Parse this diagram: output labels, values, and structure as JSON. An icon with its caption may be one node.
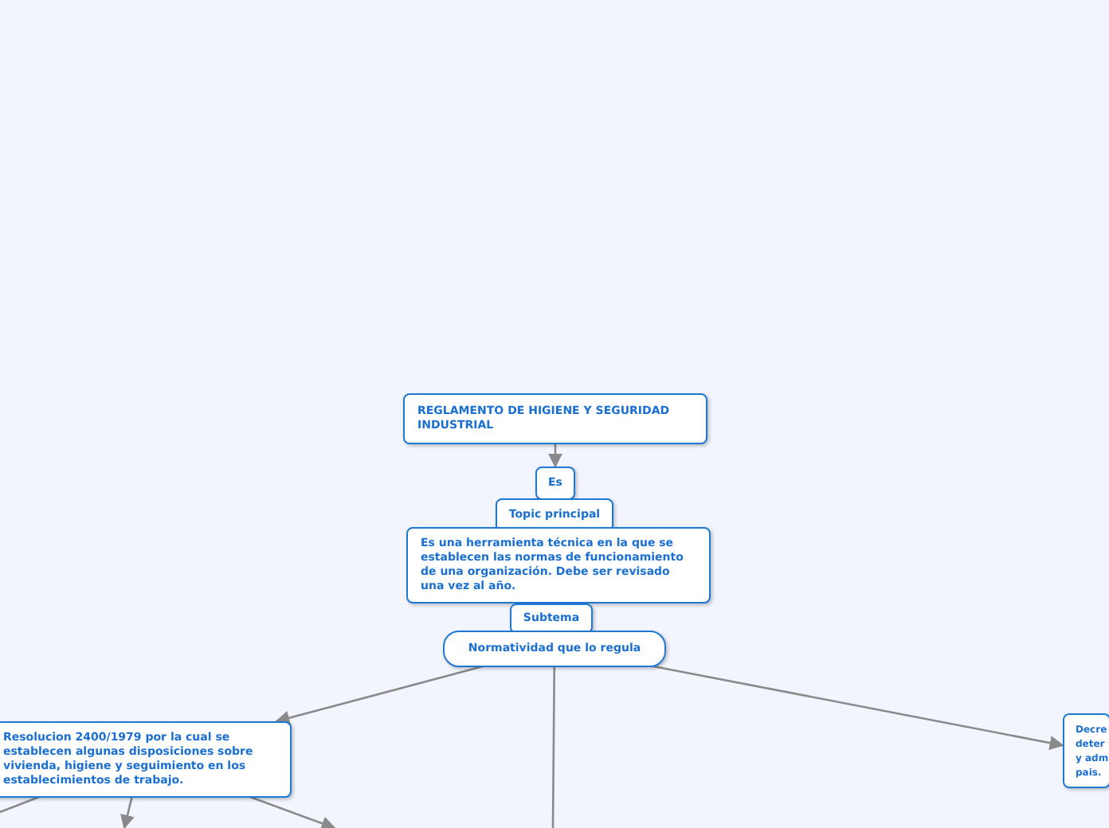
{
  "diagram": {
    "nodes": [
      {
        "text": [
          "REGLAMENTO DE HIGIENE Y SEGURIDAD INDUSTRIAL"
        ]
      },
      {
        "text": [
          "Es"
        ]
      },
      {
        "text": [
          "Topic principal"
        ]
      },
      {
        "text": [
          "Es una herramienta técnica en la que se establecen las normas de funcionamiento de una organización. Debe ser revisado una vez al año."
        ]
      },
      {
        "text": [
          "Subtema"
        ]
      },
      {
        "text": [
          "Normatividad que lo regula"
        ]
      },
      {
        "text": [
          "Resolucion 2400/1979 por la cual se establecen algunas disposiciones sobre vivienda, higiene y seguimiento en los establecimientos de trabajo."
        ]
      },
      {
        "text": [
          "Decre deter y adm pais."
        ]
      }
    ],
    "edges": [
      {
        "from": 0,
        "to": 1,
        "arrow": "to"
      },
      {
        "from": 5,
        "to": 6,
        "arrow": "to"
      },
      {
        "from": 5,
        "to": 7,
        "arrow": "to"
      },
      {
        "from": 5,
        "to": null,
        "arrow": "none"
      },
      {
        "from": 6,
        "to": null,
        "arrow": "none"
      },
      {
        "from": 6,
        "to": null,
        "arrow": "to"
      },
      {
        "from": 6,
        "to": null,
        "arrow": "to"
      }
    ]
  }
}
